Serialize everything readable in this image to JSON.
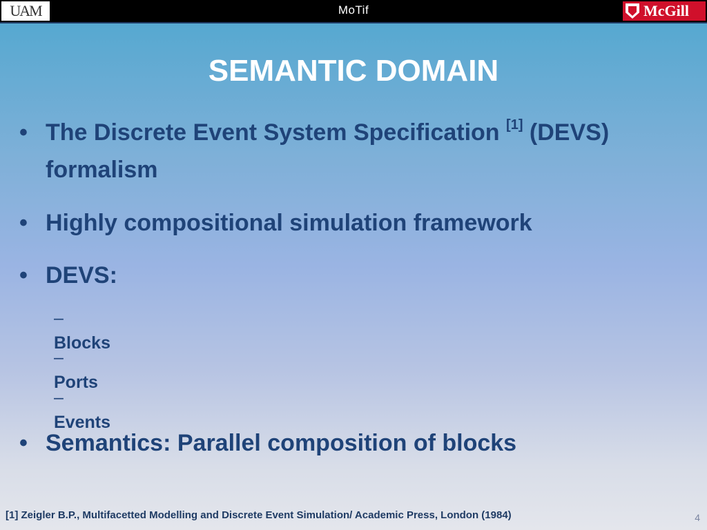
{
  "header": {
    "title": "MoTif",
    "left_logo_text": "UAM",
    "right_logo_text": "McGill",
    "left_logo_icon": "uam-logo-icon",
    "right_logo_icon": "mcgill-shield-icon"
  },
  "slide": {
    "title": "SEMANTIC DOMAIN",
    "bullets": [
      {
        "pre": "The Discrete Event System Specification ",
        "sup": "[1]",
        "post": " (DEVS) formalism"
      },
      {
        "text": "Highly compositional simulation framework"
      },
      {
        "text": "DEVS:"
      },
      {
        "text": "Semantics: Parallel composition of blocks"
      }
    ],
    "sub_bullets": [
      {
        "dash": "–",
        "text": "Blocks"
      },
      {
        "dash": "–",
        "text": "Ports"
      },
      {
        "dash": "–",
        "text": "Events"
      }
    ],
    "bullet_symbol": "•"
  },
  "footer": {
    "footnote": "[1] Zeigler B.P., Multifacetted Modelling and Discrete Event Simulation/ Academic Press, London (1984)",
    "page_number": "4"
  },
  "colors": {
    "title_text": "#ffffff",
    "bullet_text": "#1f4378",
    "top_bar": "#000000",
    "mcgill_red": "#d0102b"
  }
}
